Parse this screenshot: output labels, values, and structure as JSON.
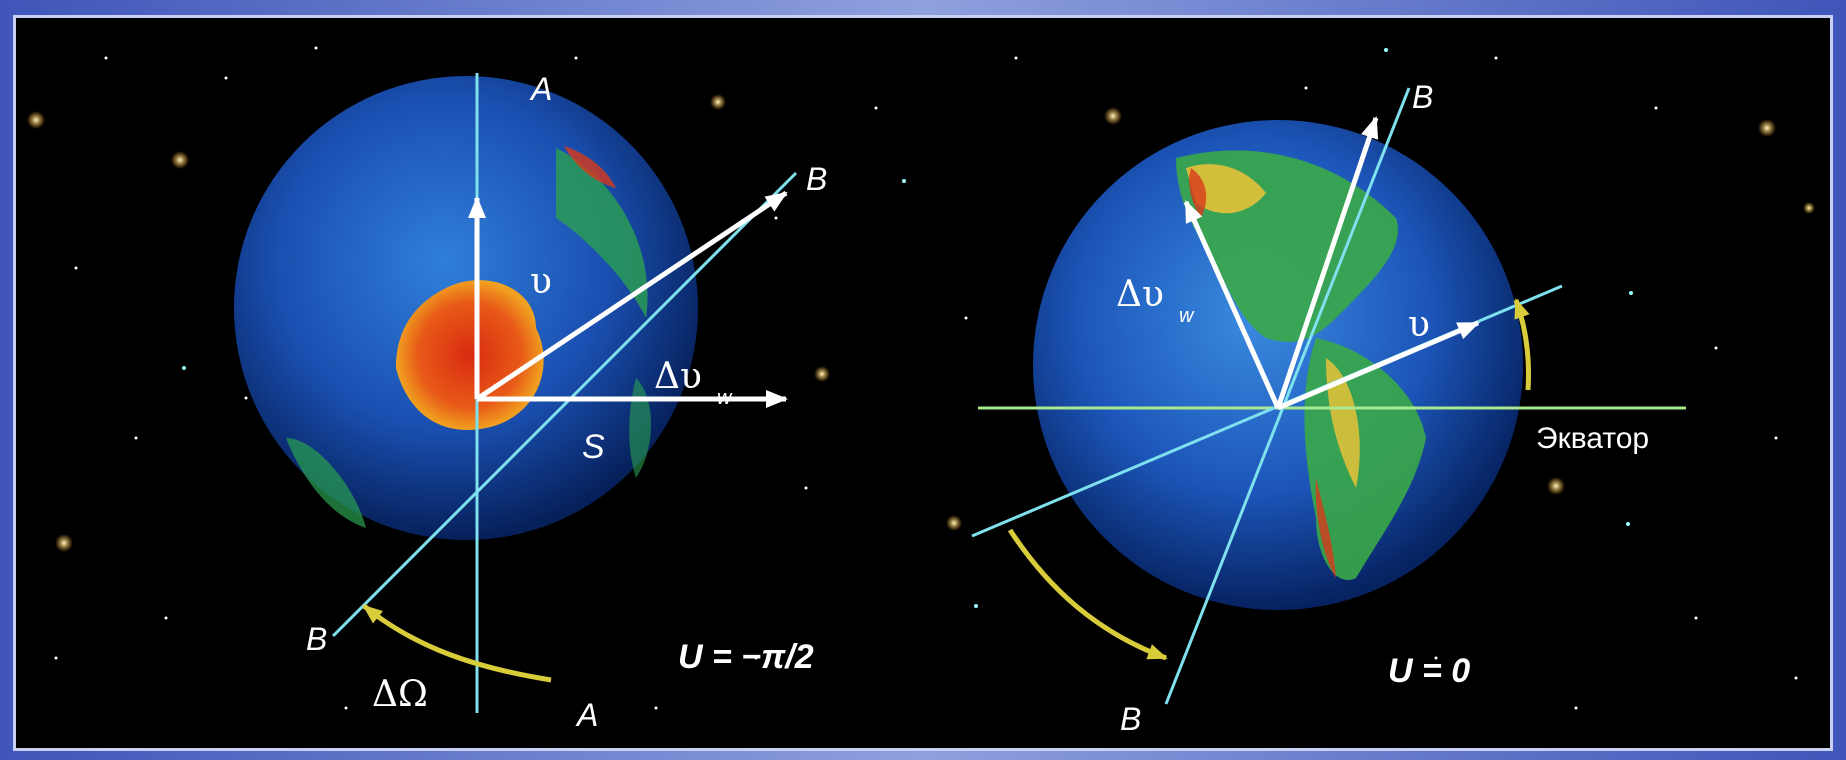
{
  "colors": {
    "background": "#000000",
    "axis_line": "#7fe0ee",
    "equator_line": "#a8e890",
    "vector": "#ffffff",
    "rotation_arrow": "#d8cc3a",
    "frame": "#5b6fc4"
  },
  "left_panel": {
    "label_top_axis": "A",
    "label_bottom_axis": "A",
    "label_node_upper": "B",
    "label_node_lower": "B",
    "velocity": "υ",
    "delta_velocity": "Δυ",
    "delta_velocity_sub": "w",
    "pole": "S",
    "delta_omega": "ΔΩ",
    "condition": "U = −π/2"
  },
  "right_panel": {
    "label_node_upper": "B",
    "label_node_lower": "B",
    "velocity": "υ",
    "delta_velocity": "Δυ",
    "delta_velocity_sub": "w",
    "equator": "Экватор",
    "condition": "U = 0"
  }
}
